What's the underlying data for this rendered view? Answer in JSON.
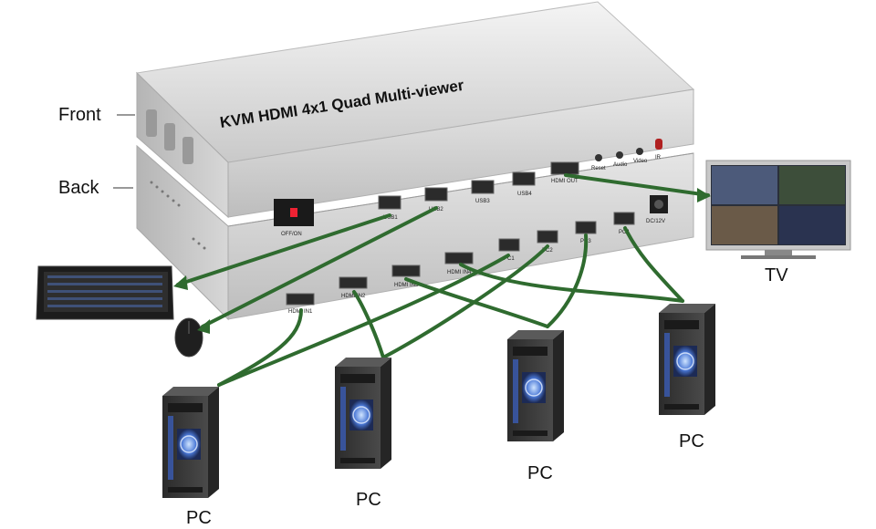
{
  "device": {
    "title": "KVM  HDMI 4x1 Quad Multi-viewer",
    "front_label": "Front",
    "back_label": "Back",
    "power_label": "OFF/ON",
    "front_ports": [
      "USB1",
      "USB2",
      "USB3",
      "USB4",
      "HDMI OUT"
    ],
    "front_buttons": [
      "Reset",
      "Audio",
      "Video",
      "IR"
    ],
    "back_hdmi_ports": [
      "HDMI IN1",
      "HDMI IN2",
      "HDMI IN3",
      "HDMI IN4"
    ],
    "back_usb_ports": [
      "PC1",
      "PC2",
      "PC3",
      "PC4"
    ],
    "dc_label": "DC/12V"
  },
  "devices": {
    "tv_label": "TV",
    "pc_labels": [
      "PC",
      "PC",
      "PC",
      "PC"
    ]
  },
  "colors": {
    "cable": "#2f6b2f",
    "chassis": "#d9d9d9"
  }
}
